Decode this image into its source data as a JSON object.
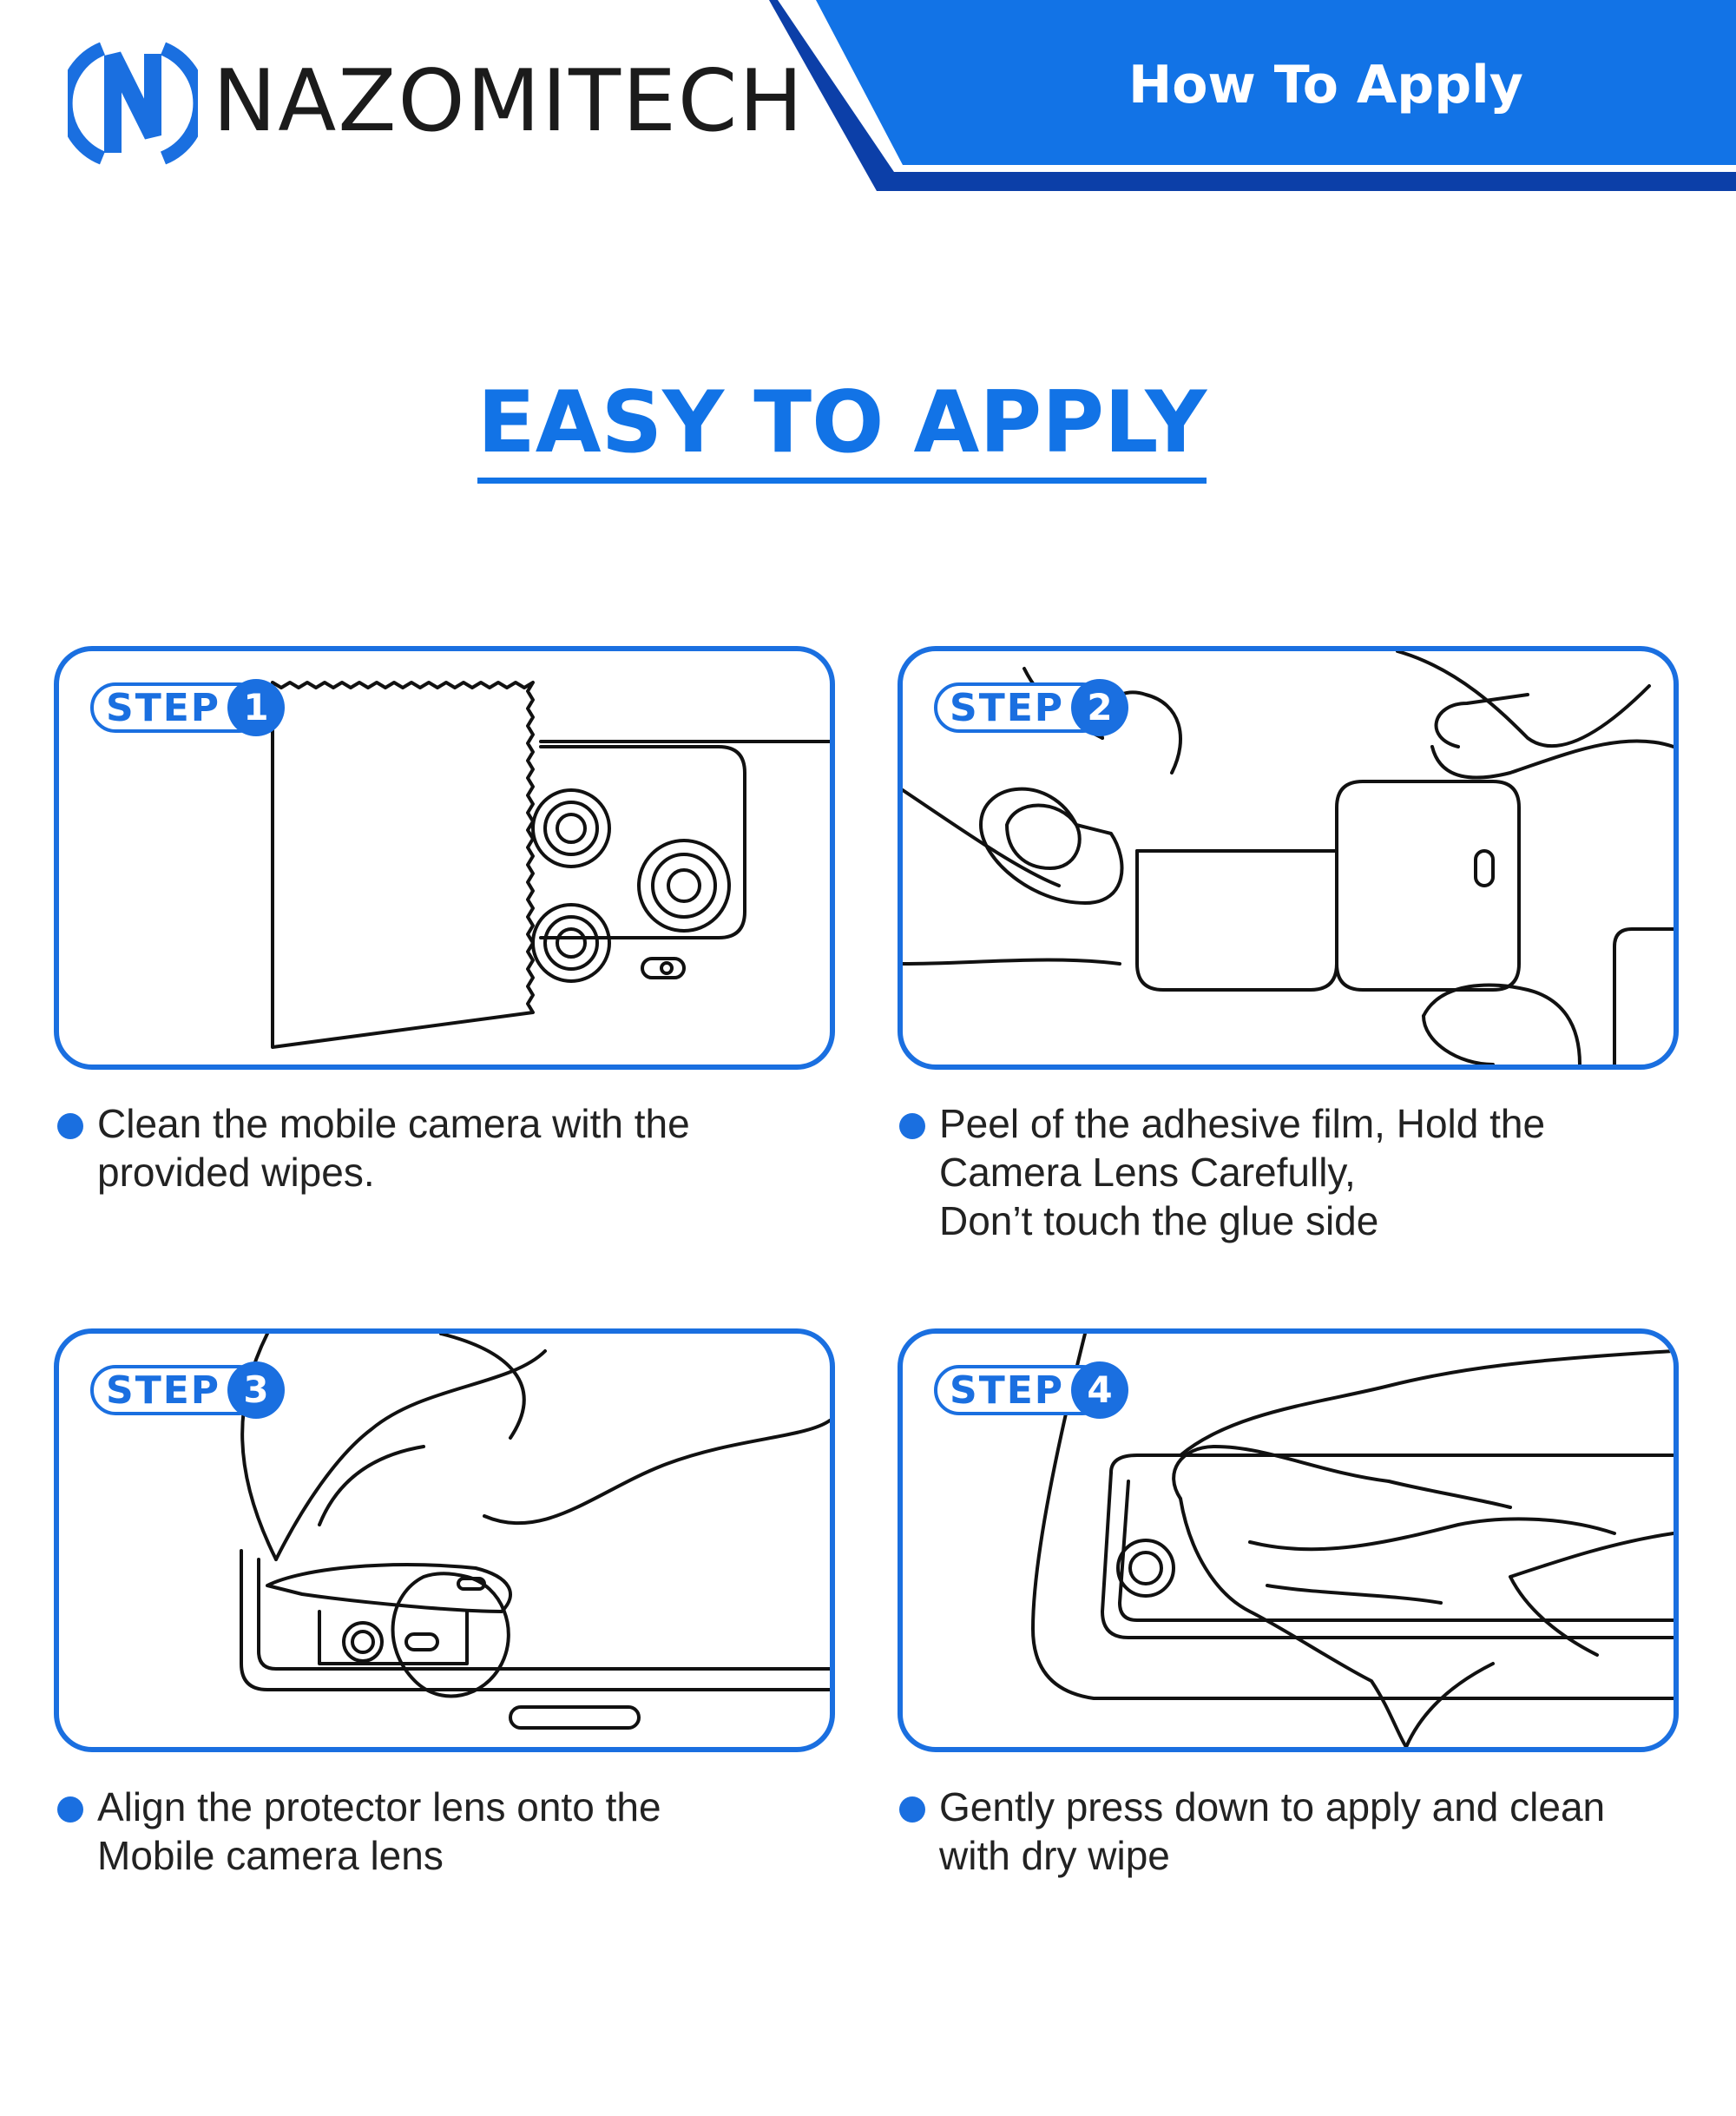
{
  "header": {
    "brand": "NAZOMITECH",
    "banner_label": "How To Apply",
    "colors": {
      "accent": "#1a6fe0",
      "banner": "#1273e6",
      "banner_dark": "#0c3fa8"
    }
  },
  "title": "EASY TO APPLY",
  "steps": [
    {
      "word": "STEP",
      "number": "1",
      "lines": [
        "Clean the mobile camera with the",
        "provided wipes."
      ]
    },
    {
      "word": "STEP",
      "number": "2",
      "lines": [
        "Peel of the adhesive film, Hold the",
        "Camera Lens Carefully,",
        "Don’t touch the glue side"
      ]
    },
    {
      "word": "STEP",
      "number": "3",
      "lines": [
        "Align the protector lens onto the",
        "Mobile camera lens"
      ]
    },
    {
      "word": "STEP",
      "number": "4",
      "lines": [
        "Gently press down to apply and clean",
        "with dry wipe"
      ]
    }
  ]
}
